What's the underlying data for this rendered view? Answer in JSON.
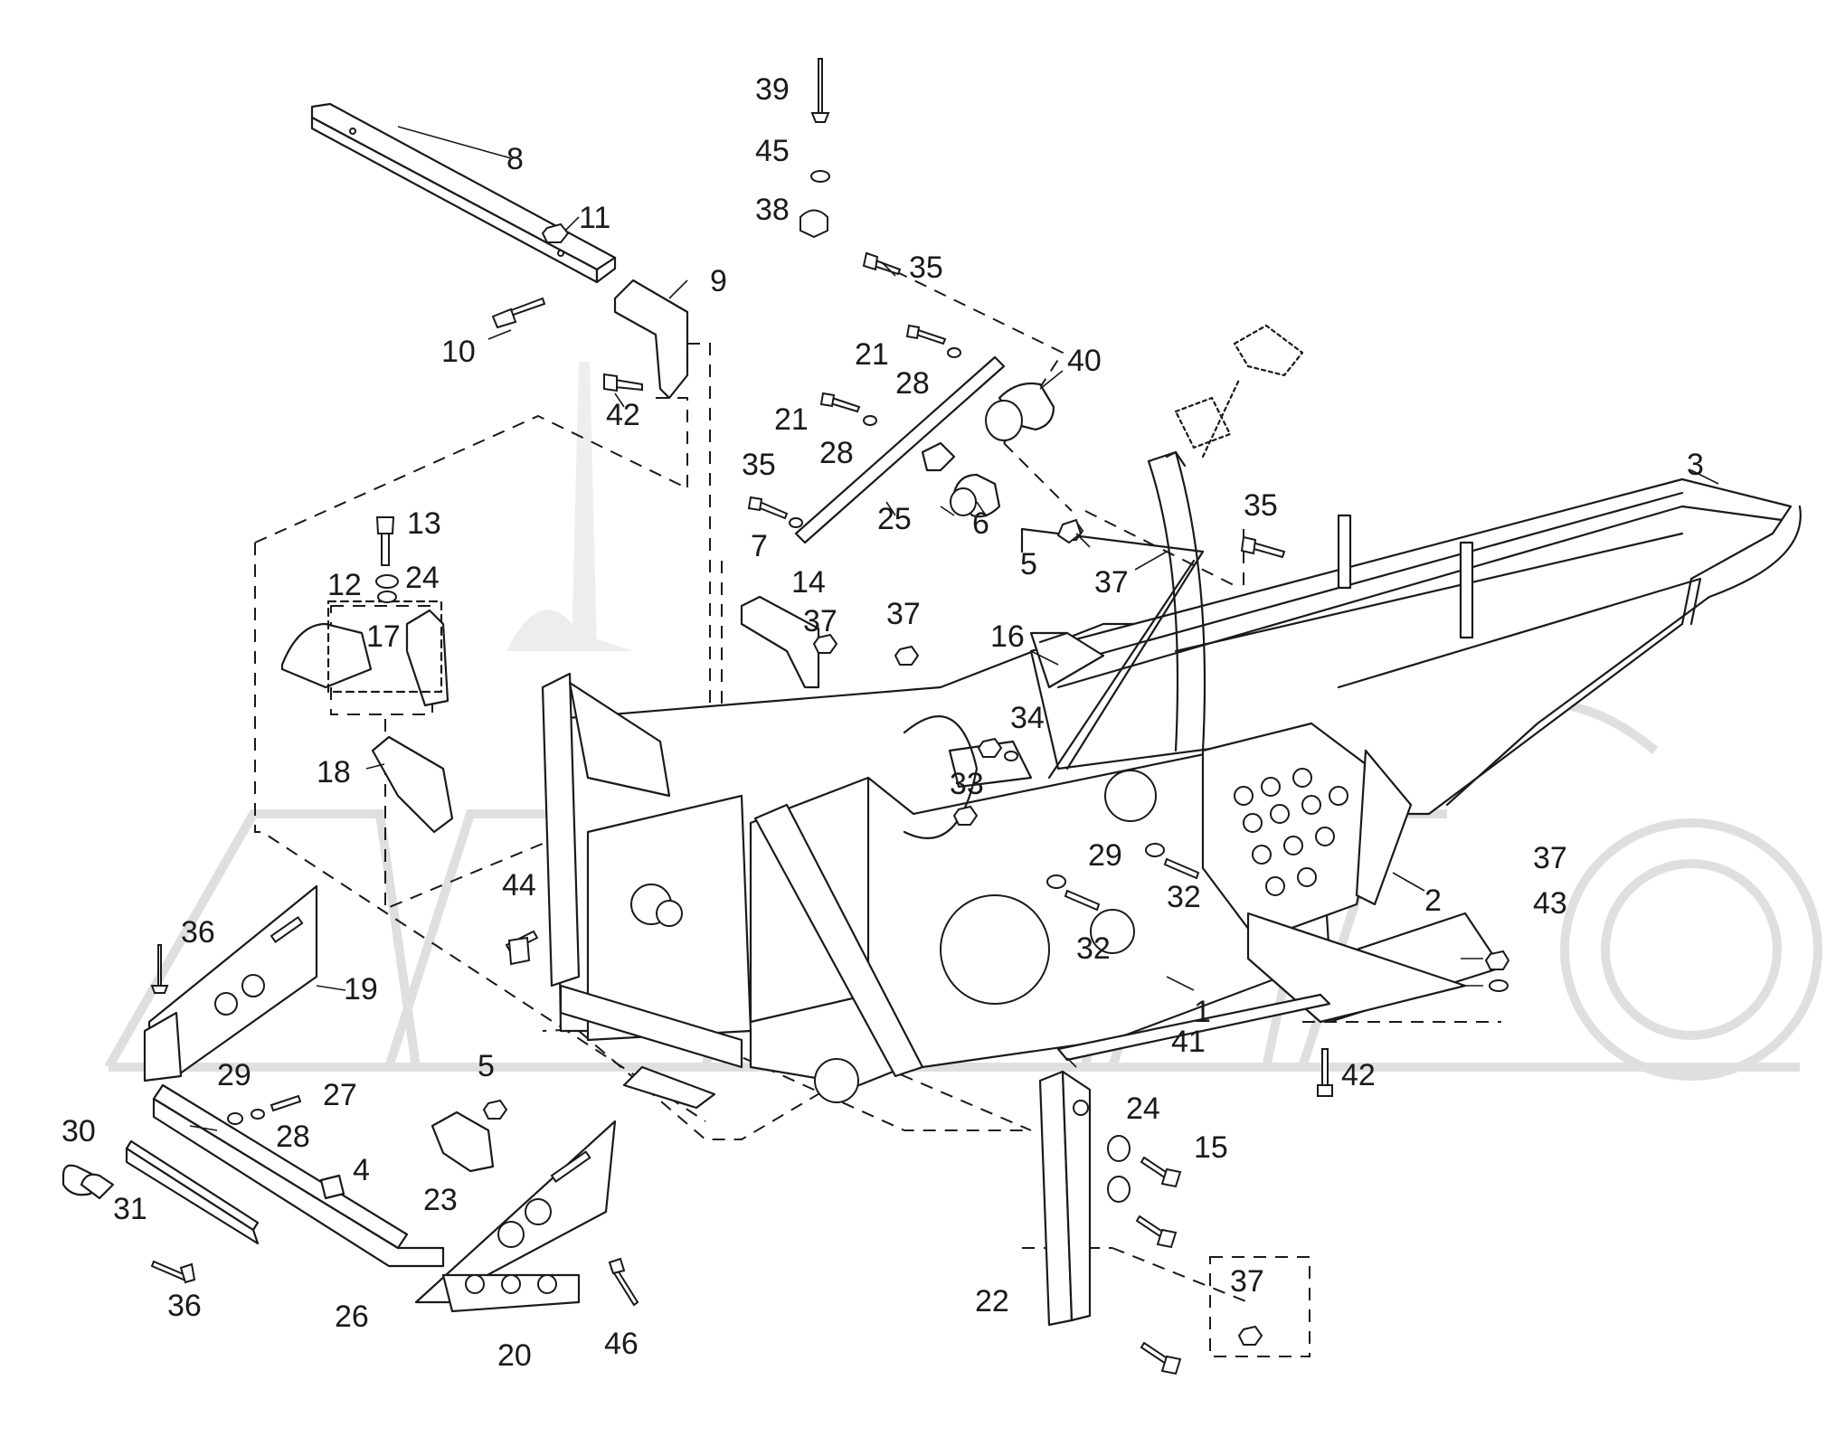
{
  "callouts": [
    {
      "id": "39",
      "label": "39"
    },
    {
      "id": "45",
      "label": "45"
    },
    {
      "id": "38",
      "label": "38"
    },
    {
      "id": "8",
      "label": "8"
    },
    {
      "id": "11",
      "label": "11"
    },
    {
      "id": "9",
      "label": "9"
    },
    {
      "id": "10",
      "label": "10"
    },
    {
      "id": "42a",
      "label": "42"
    },
    {
      "id": "35a",
      "label": "35"
    },
    {
      "id": "21a",
      "label": "21"
    },
    {
      "id": "28a",
      "label": "28"
    },
    {
      "id": "40",
      "label": "40"
    },
    {
      "id": "21b",
      "label": "21"
    },
    {
      "id": "28b",
      "label": "28"
    },
    {
      "id": "35b",
      "label": "35"
    },
    {
      "id": "25",
      "label": "25"
    },
    {
      "id": "6",
      "label": "6"
    },
    {
      "id": "7",
      "label": "7"
    },
    {
      "id": "13",
      "label": "13"
    },
    {
      "id": "24a",
      "label": "24"
    },
    {
      "id": "12",
      "label": "12"
    },
    {
      "id": "17",
      "label": "17"
    },
    {
      "id": "14",
      "label": "14"
    },
    {
      "id": "37a",
      "label": "37"
    },
    {
      "id": "37b",
      "label": "37"
    },
    {
      "id": "5a",
      "label": "5"
    },
    {
      "id": "37c",
      "label": "37"
    },
    {
      "id": "35c",
      "label": "35"
    },
    {
      "id": "3",
      "label": "3"
    },
    {
      "id": "16",
      "label": "16"
    },
    {
      "id": "18",
      "label": "18"
    },
    {
      "id": "34",
      "label": "34"
    },
    {
      "id": "33",
      "label": "33"
    },
    {
      "id": "29a",
      "label": "29"
    },
    {
      "id": "32a",
      "label": "32"
    },
    {
      "id": "32b",
      "label": "32"
    },
    {
      "id": "44",
      "label": "44"
    },
    {
      "id": "2",
      "label": "2"
    },
    {
      "id": "37d",
      "label": "37"
    },
    {
      "id": "43",
      "label": "43"
    },
    {
      "id": "36a",
      "label": "36"
    },
    {
      "id": "19",
      "label": "19"
    },
    {
      "id": "1",
      "label": "1"
    },
    {
      "id": "41",
      "label": "41"
    },
    {
      "id": "42b",
      "label": "42"
    },
    {
      "id": "29b",
      "label": "29"
    },
    {
      "id": "27",
      "label": "27"
    },
    {
      "id": "28c",
      "label": "28"
    },
    {
      "id": "5b",
      "label": "5"
    },
    {
      "id": "24b",
      "label": "24"
    },
    {
      "id": "15",
      "label": "15"
    },
    {
      "id": "30",
      "label": "30"
    },
    {
      "id": "4",
      "label": "4"
    },
    {
      "id": "23",
      "label": "23"
    },
    {
      "id": "31",
      "label": "31"
    },
    {
      "id": "36b",
      "label": "36"
    },
    {
      "id": "26",
      "label": "26"
    },
    {
      "id": "20",
      "label": "20"
    },
    {
      "id": "46",
      "label": "46"
    },
    {
      "id": "22",
      "label": "22"
    },
    {
      "id": "37e",
      "label": "37"
    }
  ],
  "colors": {
    "ink": "#1a1a1a",
    "watermark": "#dcdcdc",
    "paper": "#ffffff"
  }
}
